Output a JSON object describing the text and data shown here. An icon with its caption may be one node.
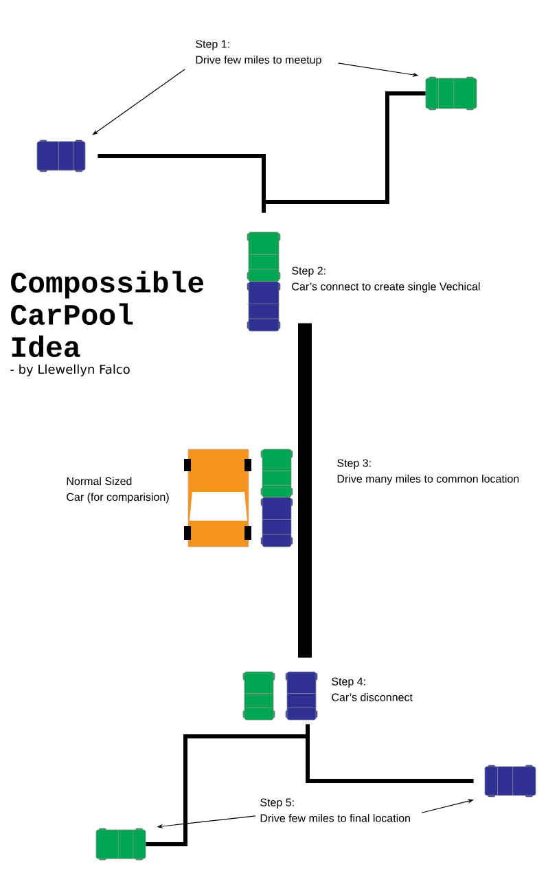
{
  "diagram": {
    "title": "Compossible CarPool Idea",
    "nodes": [
      {
        "text": [
          "Step 1:",
          "Drive few miles to meetup"
        ]
      },
      {
        "text": [],
        "shape": "picture"
      },
      {
        "text": [],
        "shape": "picture"
      },
      {
        "text": [],
        "shape": "picture",
        "beside": [
          "Step 2:",
          "Car’s connect to create single Vechical"
        ]
      },
      {
        "text": [],
        "shape": "picture",
        "beside": [
          "Normal Sized Car (for comparision)"
        ]
      },
      {
        "text": [],
        "shape": "picture"
      },
      {
        "text": [],
        "shape": "picture"
      },
      {
        "text": [],
        "shape": "picture",
        "beside": [
          "Step 4:",
          "Car’s disconnect"
        ]
      },
      {
        "text": [],
        "shape": "picture"
      },
      {
        "text": [
          "Step 5:",
          "Drive few miles to final location"
        ]
      },
      {
        "text": [],
        "shape": "picture"
      }
    ],
    "edges": [
      {
        "from": 1,
        "to": 3,
        "arrow": "none"
      },
      {
        "from": 2,
        "to": 3,
        "arrow": "none"
      },
      {
        "from": 0,
        "to": 1,
        "arrow": "to"
      },
      {
        "from": 0,
        "to": 2,
        "arrow": "to"
      },
      {
        "from": 3,
        "to": 7,
        "arrow": "none",
        "style": "thick"
      },
      {
        "from": 7,
        "to": 10,
        "arrow": "none"
      },
      {
        "from": 7,
        "to": 8,
        "arrow": "none"
      },
      {
        "from": 9,
        "to": 10,
        "arrow": "to"
      },
      {
        "from": 9,
        "to": 8,
        "arrow": "to"
      }
    ],
    "labels": [
      "- by Llewellyn Falco",
      "Step 3:",
      "Drive many miles to common location"
    ]
  }
}
